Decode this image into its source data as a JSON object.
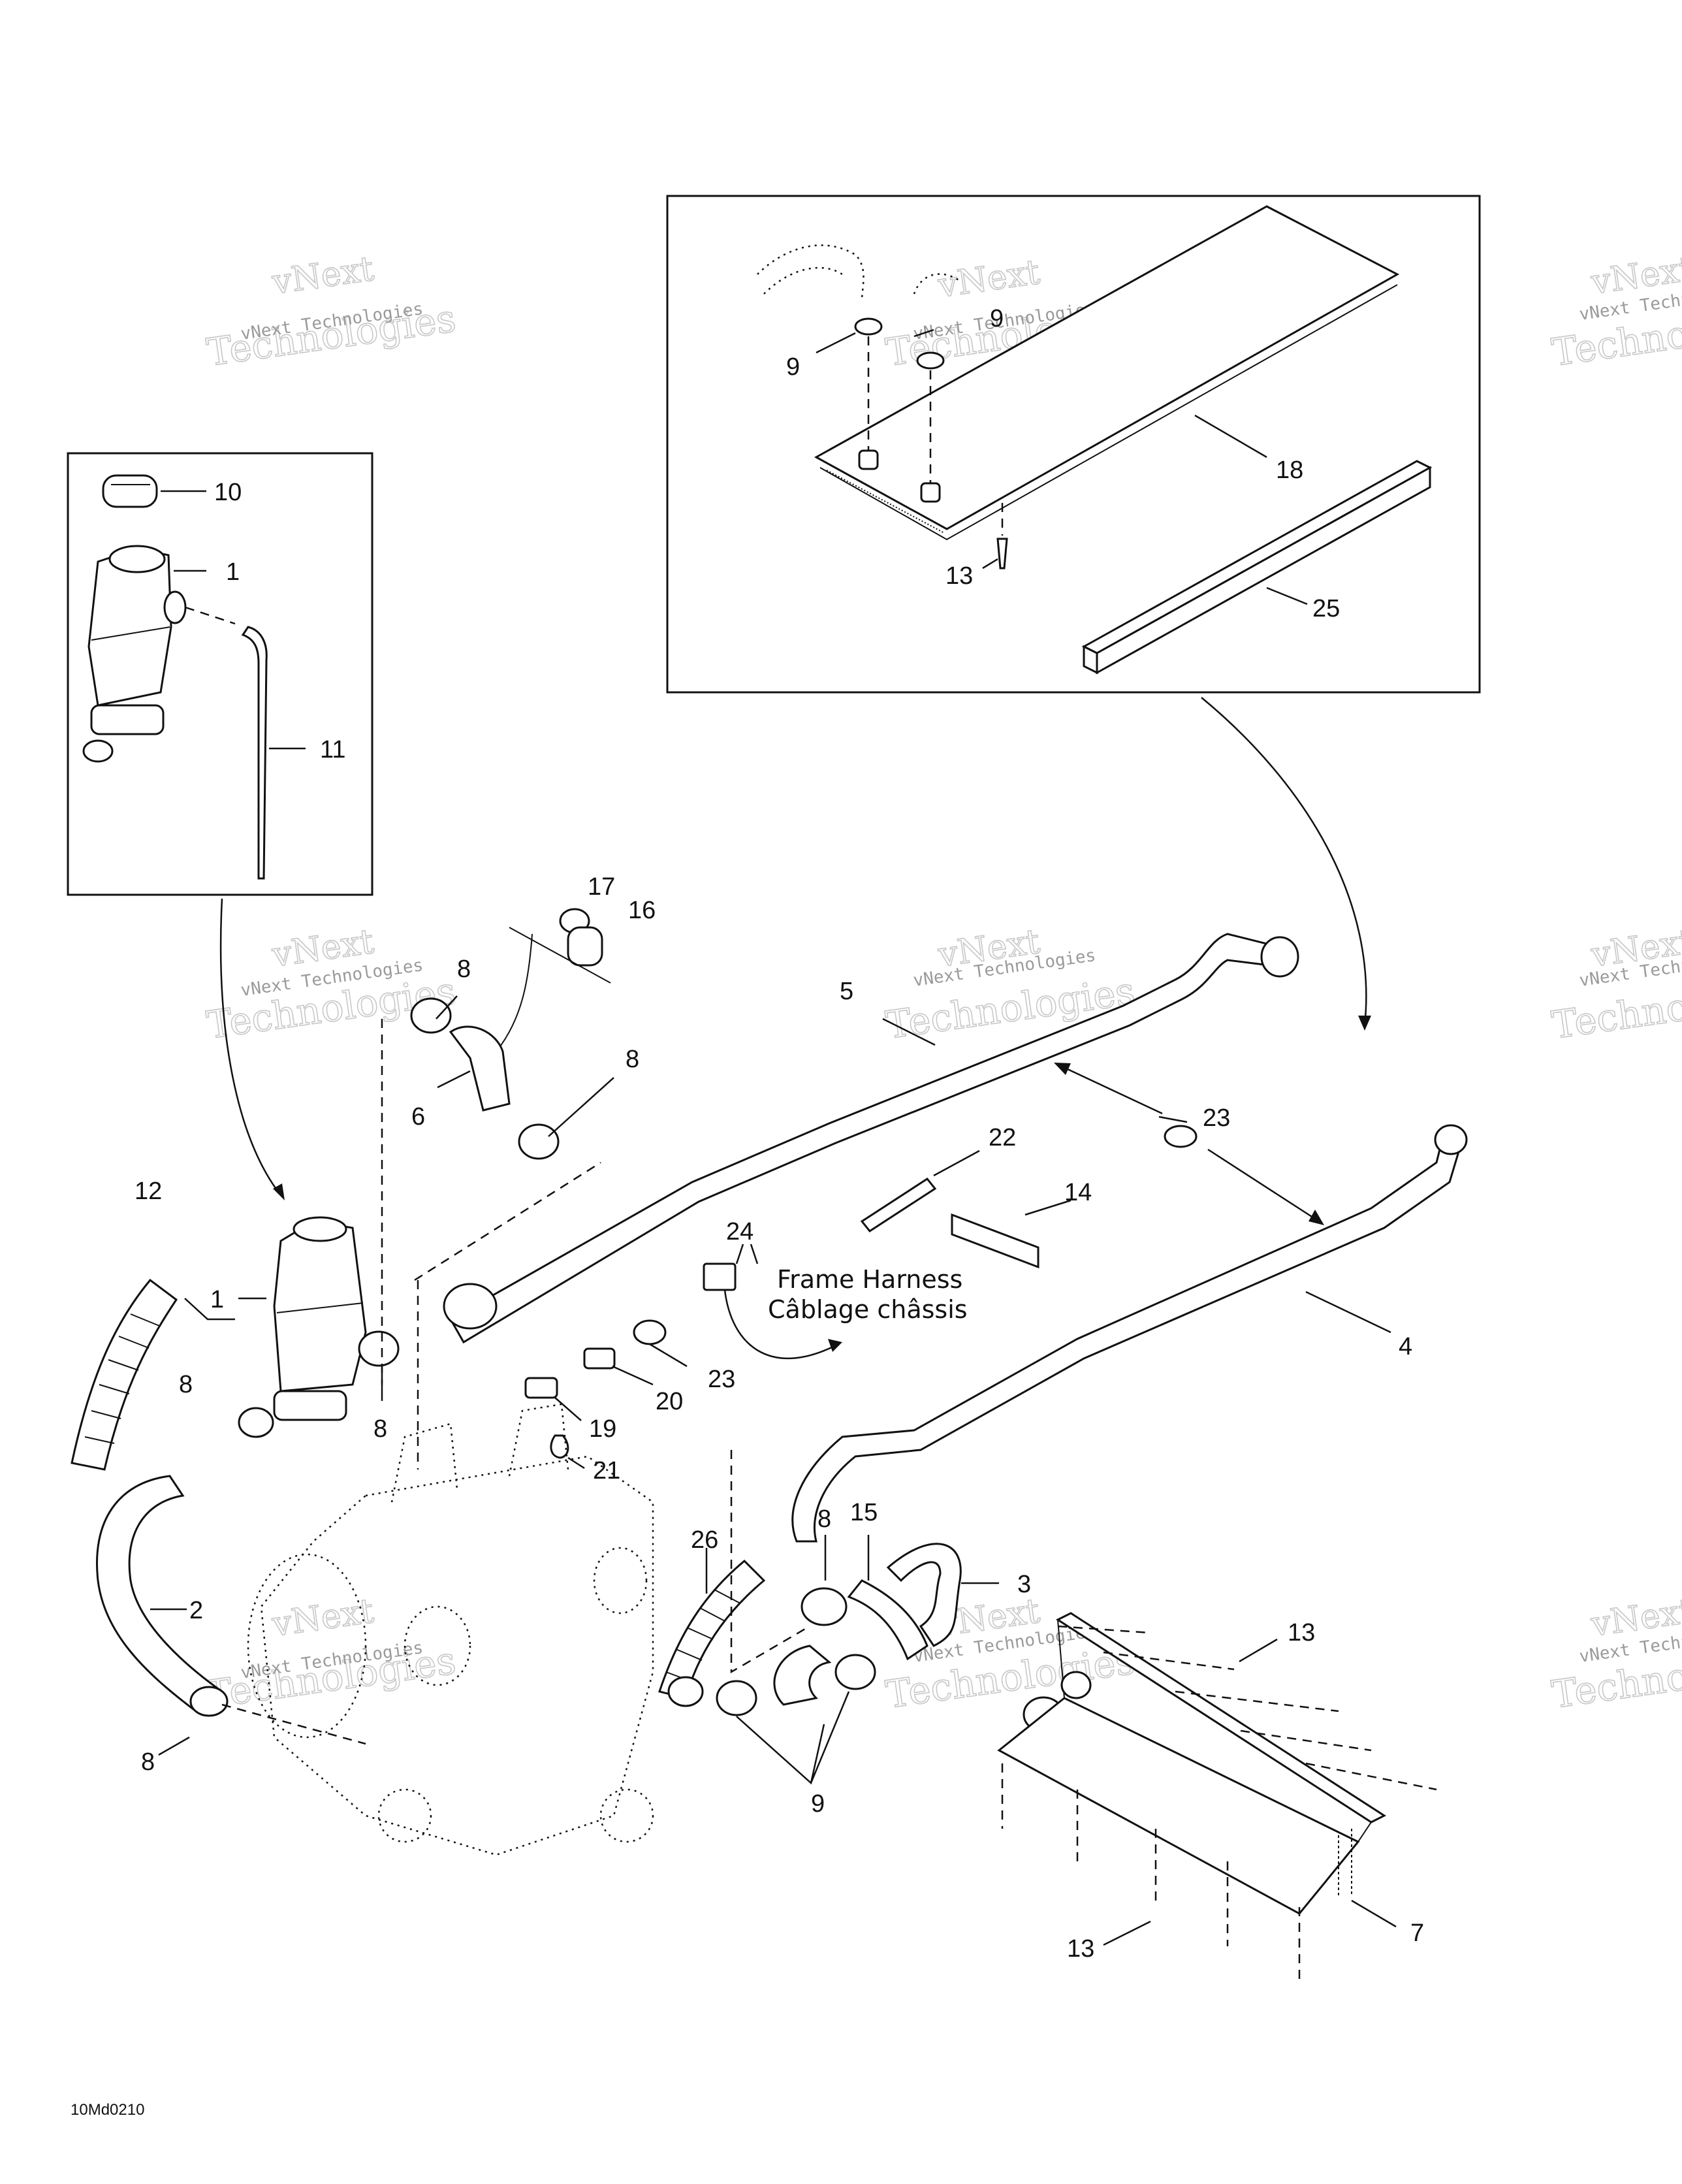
{
  "diagram_code": "10Md0210",
  "frame_harness": {
    "line1": "Frame Harness",
    "line2": "Câblage châssis"
  },
  "watermark": {
    "small": "vNext Technologies",
    "big_top": "vNext",
    "big_bottom": "Technologies"
  },
  "callouts": [
    {
      "id": "c10",
      "text": "10"
    },
    {
      "id": "c1a",
      "text": "1"
    },
    {
      "id": "c11",
      "text": "11"
    },
    {
      "id": "c9a",
      "text": "9"
    },
    {
      "id": "c9b",
      "text": "9"
    },
    {
      "id": "c18",
      "text": "18"
    },
    {
      "id": "c13a",
      "text": "13"
    },
    {
      "id": "c25",
      "text": "25"
    },
    {
      "id": "c17",
      "text": "17"
    },
    {
      "id": "c16",
      "text": "16"
    },
    {
      "id": "c8a",
      "text": "8"
    },
    {
      "id": "c5",
      "text": "5"
    },
    {
      "id": "c6",
      "text": "6"
    },
    {
      "id": "c8b",
      "text": "8"
    },
    {
      "id": "c23a",
      "text": "23"
    },
    {
      "id": "c22",
      "text": "22"
    },
    {
      "id": "c14",
      "text": "14"
    },
    {
      "id": "c12",
      "text": "12"
    },
    {
      "id": "c24",
      "text": "24"
    },
    {
      "id": "c1b",
      "text": "1"
    },
    {
      "id": "c4",
      "text": "4"
    },
    {
      "id": "c23b",
      "text": "23"
    },
    {
      "id": "c20",
      "text": "20"
    },
    {
      "id": "c8c",
      "text": "8"
    },
    {
      "id": "c8d",
      "text": "8"
    },
    {
      "id": "c19",
      "text": "19"
    },
    {
      "id": "c21",
      "text": "21"
    },
    {
      "id": "c15",
      "text": "15"
    },
    {
      "id": "c8e",
      "text": "8"
    },
    {
      "id": "c26",
      "text": "26"
    },
    {
      "id": "c3",
      "text": "3"
    },
    {
      "id": "c2",
      "text": "2"
    },
    {
      "id": "c13b",
      "text": "13"
    },
    {
      "id": "c8f",
      "text": "8"
    },
    {
      "id": "c9c",
      "text": "9"
    },
    {
      "id": "c7",
      "text": "7"
    },
    {
      "id": "c13c",
      "text": "13"
    }
  ]
}
